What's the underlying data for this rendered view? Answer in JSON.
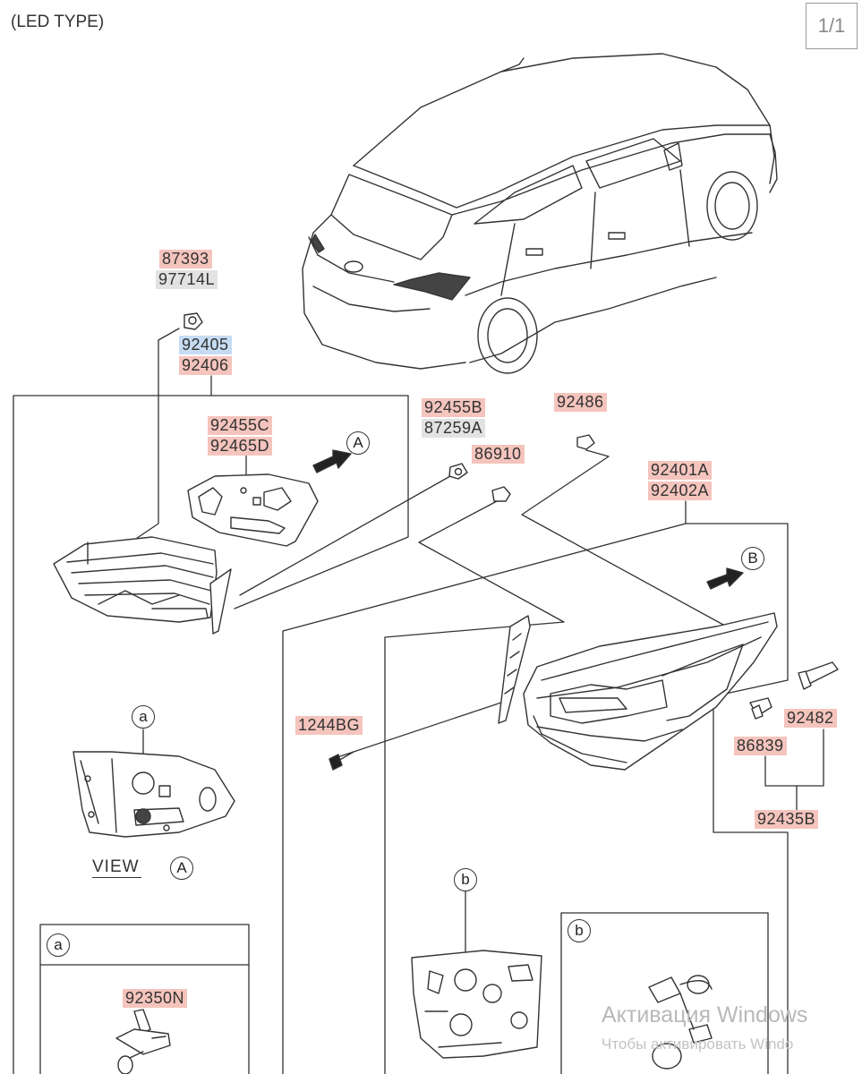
{
  "header": {
    "title": "(LED TYPE)",
    "page_indicator": "1/1"
  },
  "callouts": {
    "a": "a",
    "b": "b",
    "A": "A",
    "B": "B"
  },
  "view_label": "VIEW",
  "parts": {
    "p87393": "87393",
    "p97714L": "97714L",
    "p92405": "92405",
    "p92406": "92406",
    "p92455C": "92455C",
    "p92465D": "92465D",
    "p92455B": "92455B",
    "p87259A": "87259A",
    "p86910": "86910",
    "p92486": "92486",
    "p92401A": "92401A",
    "p92402A": "92402A",
    "p1244BG": "1244BG",
    "p92482": "92482",
    "p86839": "86839",
    "p92435B": "92435B",
    "p92350N": "92350N"
  },
  "watermark": {
    "line1": "Активация Windows",
    "line2": "Чтобы активировать Windo"
  },
  "colors": {
    "highlight_red": "#f4c4bd",
    "highlight_gray": "#e2e2e2",
    "highlight_blue": "#c6dcf2",
    "line": "#333333"
  }
}
